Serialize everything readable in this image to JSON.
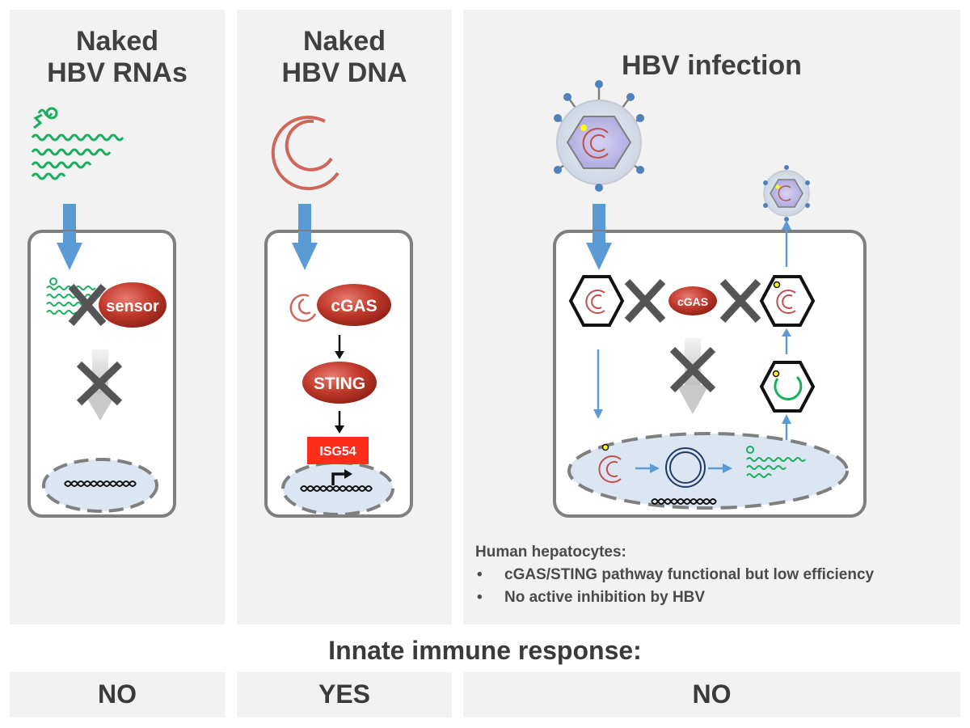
{
  "panels": [
    {
      "id": "rna",
      "title_line1": "Naked",
      "title_line2": "HBV RNAs",
      "result": "NO"
    },
    {
      "id": "dna",
      "title_line1": "Naked",
      "title_line2": "HBV DNA",
      "result": "YES"
    },
    {
      "id": "infection",
      "title_line1": "HBV infection",
      "result": "NO"
    }
  ],
  "labels": {
    "sensor": "sensor",
    "cgas": "cGAS",
    "sting": "STING",
    "isg54": "ISG54",
    "cgas_small": "cGAS"
  },
  "response_title": "Innate immune response:",
  "notes": {
    "heading": "Human hepatocytes:",
    "bullets": [
      "cGAS/STING pathway functional but low efficiency",
      "No active inhibition by HBV"
    ],
    "bullet_glyph": "•"
  },
  "colors": {
    "panel_bg": "#f2f2f2",
    "arrow_blue": "#5b9bd5",
    "rna_green": "#1aaf5d",
    "dna_red": "#c0504d",
    "protein_red": "#c0392b",
    "isg_red": "#ff2d1a",
    "nucleus_fill": "#dce6f2"
  }
}
